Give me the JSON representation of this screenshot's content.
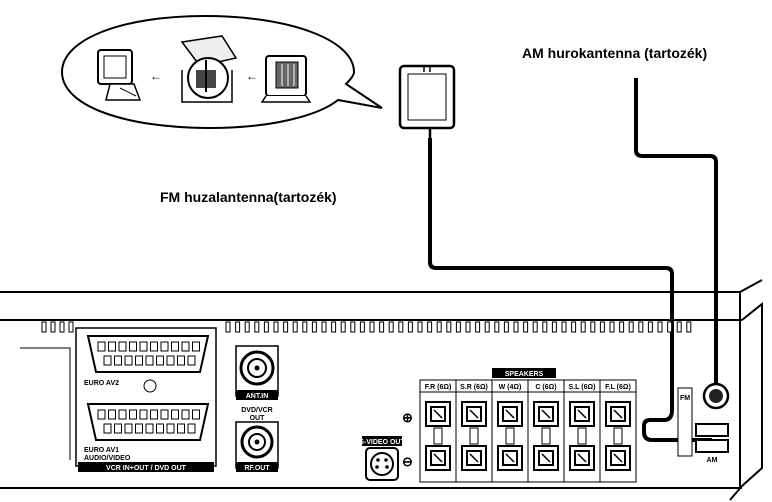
{
  "labels": {
    "am_antenna": "AM hurokantenna (tartozék)",
    "fm_antenna": "FM huzalantenna(tartozék)"
  },
  "panel": {
    "euro_av2": "EURO AV2",
    "euro_av1_line1": "EURO AV1",
    "euro_av1_line2": "AUDIO/VIDEO",
    "vcr_bar": "VCR IN+OUT / DVD OUT",
    "ant_in": "ANT.IN",
    "dvd_vcr_line1": "DVD/VCR",
    "dvd_vcr_line2": "OUT",
    "rf_out": "RF.OUT",
    "svideo_out": "S-VIDEO OUT",
    "speakers_title": "SPEAKERS",
    "speaker_channels": [
      "F.R (6Ω)",
      "S.R (6Ω)",
      "W (4Ω)",
      "C (6Ω)",
      "S.L (6Ω)",
      "F.L (6Ω)"
    ],
    "plus_sign": "⊕",
    "minus_sign": "⊖",
    "fm_label": "FM",
    "am_label": "AM"
  }
}
